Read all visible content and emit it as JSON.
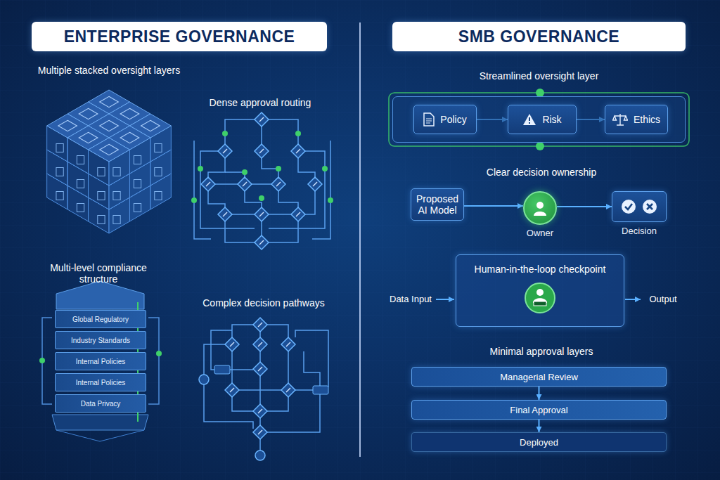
{
  "diagram": {
    "nodes": [
      {
        "text": [
          "ENTERPRISE GOVERNANCE"
        ]
      },
      {
        "text": [
          "SMB GOVERNANCE"
        ]
      },
      {
        "text": [
          "Global Regulatory"
        ]
      },
      {
        "text": [
          "Industry Standards"
        ]
      },
      {
        "text": [
          "Internal Policies"
        ]
      },
      {
        "text": [
          "Internal Policies"
        ]
      },
      {
        "text": [
          "Data Privacy"
        ]
      },
      {
        "text": [
          "Streamlined oversight layer"
        ]
      },
      {
        "text": [
          "Policy"
        ],
        "in": 7
      },
      {
        "text": [
          "Risk"
        ],
        "in": 7
      },
      {
        "text": [
          "Ethics"
        ],
        "in": 7
      },
      {
        "text": [
          "Proposed AI Model"
        ]
      },
      {
        "text": [
          "Owner"
        ]
      },
      {
        "text": [
          "Decision"
        ]
      },
      {
        "text": [
          "Human-in-the-loop checkpoint"
        ]
      },
      {
        "text": [
          "Managerial Review"
        ]
      },
      {
        "text": [
          "Final Approval"
        ]
      },
      {
        "text": [
          "Deployed"
        ]
      }
    ],
    "edges": [
      {
        "from": 8,
        "to": 9,
        "arrow": "to"
      },
      {
        "from": 9,
        "to": 10,
        "arrow": "to"
      },
      {
        "from": 11,
        "to": 12,
        "arrow": "to"
      },
      {
        "from": 12,
        "to": 13,
        "arrow": "to"
      },
      {
        "from": 15,
        "to": 16,
        "arrow": "to"
      },
      {
        "from": 16,
        "to": 17,
        "arrow": "to"
      }
    ],
    "labels": [
      "Multiple stacked oversight layers",
      "Dense approval routing",
      "Multi-level compliance structure",
      "Complex decision pathways",
      "Clear decision ownership",
      "Data Input",
      "Output",
      "Minimal approval layers"
    ]
  }
}
